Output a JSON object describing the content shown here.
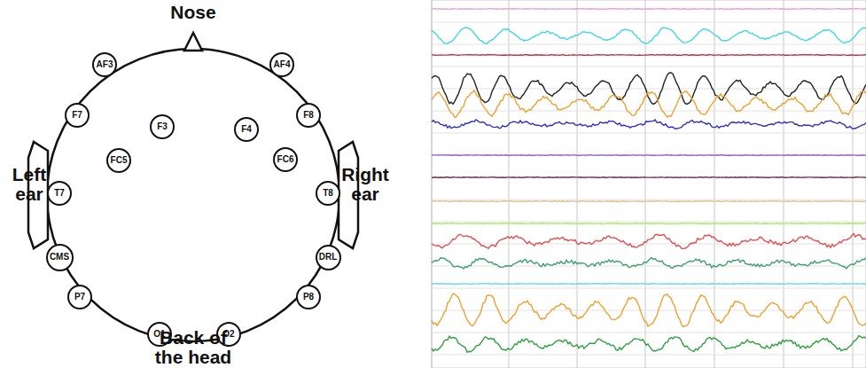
{
  "diagram": {
    "nodes": [
      {
        "text": [
          "AF3"
        ]
      },
      {
        "text": [
          "AF4"
        ]
      },
      {
        "text": [
          "F7"
        ]
      },
      {
        "text": [
          "F3"
        ]
      },
      {
        "text": [
          "F4"
        ]
      },
      {
        "text": [
          "F8"
        ]
      },
      {
        "text": [
          "FC5"
        ]
      },
      {
        "text": [
          "FC6"
        ]
      },
      {
        "text": [
          "T7"
        ]
      },
      {
        "text": [
          "T8"
        ]
      },
      {
        "text": [
          "CMS"
        ]
      },
      {
        "text": [
          "DRL"
        ]
      },
      {
        "text": [
          "P7"
        ]
      },
      {
        "text": [
          "P8"
        ]
      },
      {
        "text": [
          "O1"
        ]
      },
      {
        "text": [
          "O2"
        ]
      }
    ],
    "labels": [
      "Nose",
      "Left ear",
      "Right ear",
      "Back of the head"
    ]
  }
}
